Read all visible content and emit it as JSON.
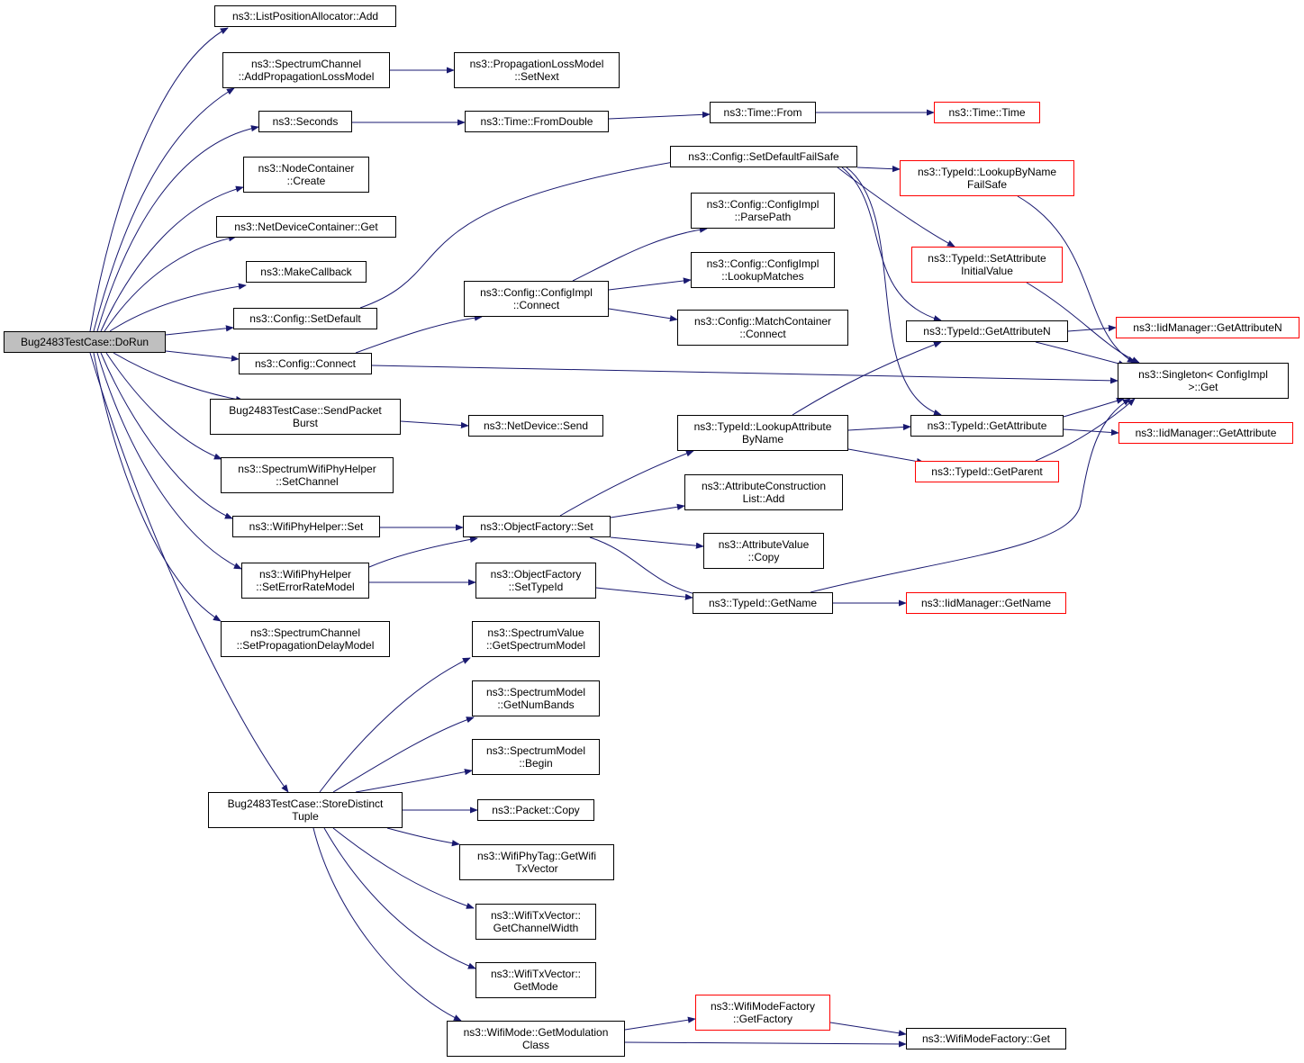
{
  "colors": {
    "edge": "#191970",
    "node_border": "#000000",
    "truncated_border": "#ff0000",
    "root_fill": "#bfbfbf"
  },
  "nodes": [
    {
      "id": "dorun",
      "lines": [
        "Bug2483TestCase::DoRun"
      ],
      "root": true
    },
    {
      "id": "lpa_add",
      "lines": [
        "ns3::ListPositionAllocator::Add"
      ]
    },
    {
      "id": "sc_aplm",
      "lines": [
        "ns3::SpectrumChannel",
        "::AddPropagationLossModel"
      ]
    },
    {
      "id": "seconds",
      "lines": [
        "ns3::Seconds"
      ]
    },
    {
      "id": "nc_create",
      "lines": [
        "ns3::NodeContainer",
        "::Create"
      ]
    },
    {
      "id": "ndc_get",
      "lines": [
        "ns3::NetDeviceContainer::Get"
      ]
    },
    {
      "id": "makecb",
      "lines": [
        "ns3::MakeCallback"
      ]
    },
    {
      "id": "cfg_setdefault",
      "lines": [
        "ns3::Config::SetDefault"
      ]
    },
    {
      "id": "cfg_connect",
      "lines": [
        "ns3::Config::Connect"
      ]
    },
    {
      "id": "sendburst",
      "lines": [
        "Bug2483TestCase::SendPacket",
        "Burst"
      ]
    },
    {
      "id": "swph_setch",
      "lines": [
        "ns3::SpectrumWifiPhyHelper",
        "::SetChannel"
      ]
    },
    {
      "id": "wph_set",
      "lines": [
        "ns3::WifiPhyHelper::Set"
      ]
    },
    {
      "id": "wph_serm",
      "lines": [
        "ns3::WifiPhyHelper",
        "::SetErrorRateModel"
      ]
    },
    {
      "id": "sc_spdm",
      "lines": [
        "ns3::SpectrumChannel",
        "::SetPropagationDelayModel"
      ]
    },
    {
      "id": "storetuple",
      "lines": [
        "Bug2483TestCase::StoreDistinct",
        "Tuple"
      ]
    },
    {
      "id": "plm_setnext",
      "lines": [
        "ns3::PropagationLossModel",
        "::SetNext"
      ]
    },
    {
      "id": "time_fromdouble",
      "lines": [
        "ns3::Time::FromDouble"
      ]
    },
    {
      "id": "time_from",
      "lines": [
        "ns3::Time::From"
      ]
    },
    {
      "id": "time_time",
      "lines": [
        "ns3::Time::Time"
      ],
      "truncated": true
    },
    {
      "id": "cfg_sdfs",
      "lines": [
        "ns3::Config::SetDefaultFailSafe"
      ]
    },
    {
      "id": "tid_lbnfs",
      "lines": [
        "ns3::TypeId::LookupByName",
        "FailSafe"
      ],
      "truncated": true
    },
    {
      "id": "cci_parsepath",
      "lines": [
        "ns3::Config::ConfigImpl",
        "::ParsePath"
      ]
    },
    {
      "id": "cci_lookup",
      "lines": [
        "ns3::Config::ConfigImpl",
        "::LookupMatches"
      ]
    },
    {
      "id": "cci_connect",
      "lines": [
        "ns3::Config::ConfigImpl",
        "::Connect"
      ]
    },
    {
      "id": "cmc_connect",
      "lines": [
        "ns3::Config::MatchContainer",
        "::Connect"
      ]
    },
    {
      "id": "tid_saiv",
      "lines": [
        "ns3::TypeId::SetAttribute",
        "InitialValue"
      ],
      "truncated": true
    },
    {
      "id": "tid_gan",
      "lines": [
        "ns3::TypeId::GetAttributeN"
      ]
    },
    {
      "id": "iid_gan",
      "lines": [
        "ns3::IidManager::GetAttributeN"
      ],
      "truncated": true
    },
    {
      "id": "singleton_get",
      "lines": [
        "ns3::Singleton< ConfigImpl",
        " >::Get"
      ]
    },
    {
      "id": "nd_send",
      "lines": [
        "ns3::NetDevice::Send"
      ]
    },
    {
      "id": "tid_laby",
      "lines": [
        "ns3::TypeId::LookupAttribute",
        "ByName"
      ]
    },
    {
      "id": "tid_ga",
      "lines": [
        "ns3::TypeId::GetAttribute"
      ]
    },
    {
      "id": "iid_ga",
      "lines": [
        "ns3::IidManager::GetAttribute"
      ],
      "truncated": true
    },
    {
      "id": "tid_gp",
      "lines": [
        "ns3::TypeId::GetParent"
      ],
      "truncated": true
    },
    {
      "id": "acl_add",
      "lines": [
        "ns3::AttributeConstruction",
        "List::Add"
      ]
    },
    {
      "id": "of_set",
      "lines": [
        "ns3::ObjectFactory::Set"
      ]
    },
    {
      "id": "av_copy",
      "lines": [
        "ns3::AttributeValue",
        "::Copy"
      ]
    },
    {
      "id": "of_settid",
      "lines": [
        "ns3::ObjectFactory",
        "::SetTypeId"
      ]
    },
    {
      "id": "tid_getname",
      "lines": [
        "ns3::TypeId::GetName"
      ]
    },
    {
      "id": "iid_getname",
      "lines": [
        "ns3::IidManager::GetName"
      ],
      "truncated": true
    },
    {
      "id": "sv_gsm",
      "lines": [
        "ns3::SpectrumValue",
        "::GetSpectrumModel"
      ]
    },
    {
      "id": "sm_gnb",
      "lines": [
        "ns3::SpectrumModel",
        "::GetNumBands"
      ]
    },
    {
      "id": "sm_begin",
      "lines": [
        "ns3::SpectrumModel",
        "::Begin"
      ]
    },
    {
      "id": "pkt_copy",
      "lines": [
        "ns3::Packet::Copy"
      ]
    },
    {
      "id": "wpt_gwtx",
      "lines": [
        "ns3::WifiPhyTag::GetWifi",
        "TxVector"
      ]
    },
    {
      "id": "wtx_gcw",
      "lines": [
        "ns3::WifiTxVector::",
        "GetChannelWidth"
      ]
    },
    {
      "id": "wtx_gm",
      "lines": [
        "ns3::WifiTxVector::",
        "GetMode"
      ]
    },
    {
      "id": "wm_gmc",
      "lines": [
        "ns3::WifiMode::GetModulation",
        "Class"
      ]
    },
    {
      "id": "wmf_gf",
      "lines": [
        "ns3::WifiModeFactory",
        "::GetFactory"
      ],
      "truncated": true
    },
    {
      "id": "wmf_get",
      "lines": [
        "ns3::WifiModeFactory::Get"
      ]
    }
  ]
}
